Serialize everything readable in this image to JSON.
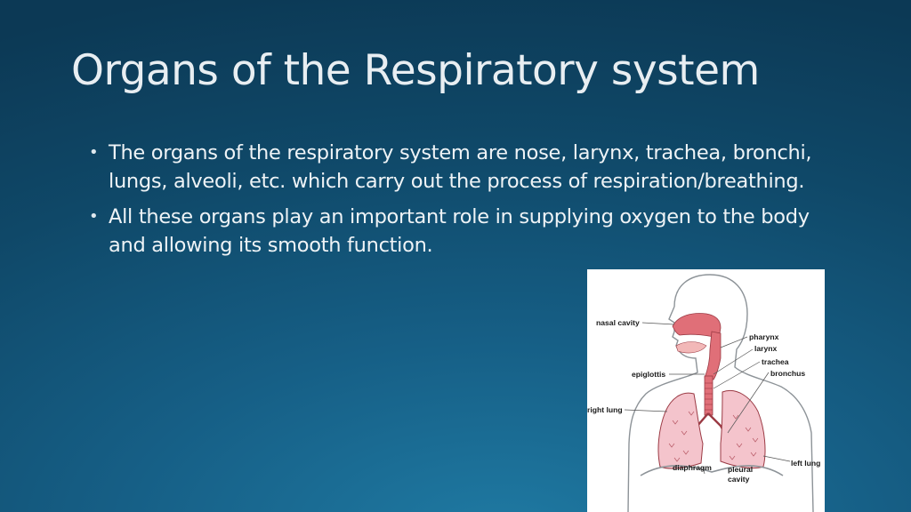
{
  "slide": {
    "title": "Organs of the Respiratory system",
    "bullets": [
      "The organs of the respiratory system are nose, larynx, trachea, bronchi, lungs, alveoli, etc. which carry out the process of respiration/breathing.",
      "All these organs play an important role in supplying oxygen to the body and allowing its smooth function."
    ],
    "bullet_glyph": "•"
  },
  "diagram": {
    "labels": {
      "nasal_cavity": "nasal cavity",
      "pharynx": "pharynx",
      "larynx": "larynx",
      "trachea": "trachea",
      "bronchus": "bronchus",
      "epiglottis": "epiglottis",
      "right_lung": "right lung",
      "left_lung": "left lung",
      "diaphragm": "diaphragm",
      "pleural_cavity_1": "pleural",
      "pleural_cavity_2": "cavity"
    }
  },
  "colors": {
    "background": "#0f4868",
    "lung_fill": "#f4c4cc",
    "airway": "#e06f78"
  }
}
